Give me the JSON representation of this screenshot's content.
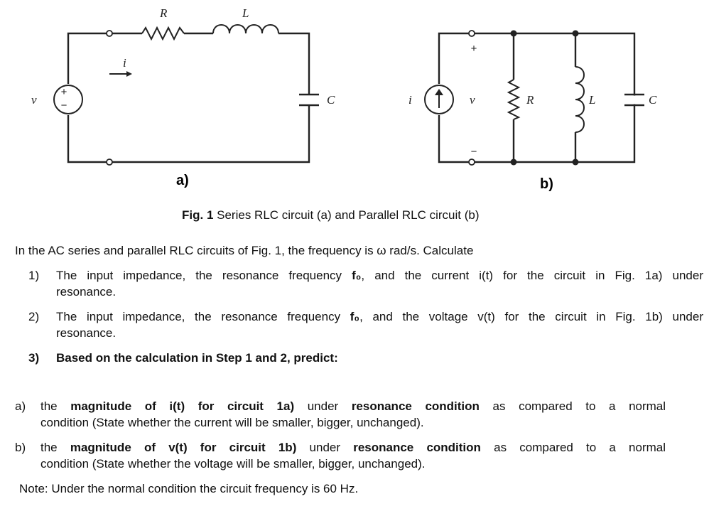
{
  "figure": {
    "series_circuit": {
      "label": "a)",
      "components": {
        "resistor": "R",
        "inductor": "L",
        "capacitor": "C"
      },
      "source_label": "v",
      "source_plus": "+",
      "source_minus": "−",
      "current_label": "i"
    },
    "parallel_circuit": {
      "label": "b)",
      "components": {
        "resistor": "R",
        "inductor": "L",
        "capacitor": "C"
      },
      "source_label": "i",
      "voltage_label": "v",
      "voltage_plus": "+",
      "voltage_minus": "−"
    },
    "caption_bold": "Fig. 1",
    "caption_text": " Series RLC circuit (a) and Parallel RLC circuit (b)"
  },
  "intro": "In the AC series and parallel RLC circuits of Fig. 1, the frequency is ω rad/s. Calculate",
  "steps": [
    {
      "num": "1)",
      "line1_a": "The input impedance, the resonance frequency ",
      "line1_bold": "f₀",
      "line1_b": ", and the current i(t) for the circuit in Fig. 1a) under",
      "line2": "resonance."
    },
    {
      "num": "2)",
      "line1_a": "The input impedance, the resonance frequency ",
      "line1_bold": "f₀",
      "line1_b": ", and the voltage v(t) for the circuit in Fig. 1b) under",
      "line2": "resonance."
    },
    {
      "num": "3)",
      "text": "Based on the calculation in Step 1 and 2, predict:"
    }
  ],
  "predictions": [
    {
      "num": "a)",
      "p1": "the ",
      "b1": "magnitude of i(t) for circuit 1a)",
      "p2": " under ",
      "b2": "resonance condition",
      "p3": " as compared to a normal",
      "line2": "condition (State whether the current will be smaller, bigger, unchanged)."
    },
    {
      "num": "b)",
      "p1": "the ",
      "b1": "magnitude of v(t) for circuit 1b)",
      "p2": " under ",
      "b2": "resonance condition",
      "p3": " as compared to a normal",
      "line2": "condition (State whether the voltage will be smaller, bigger, unchanged)."
    }
  ],
  "note": "Note: Under the normal condition the circuit frequency is 60 Hz."
}
